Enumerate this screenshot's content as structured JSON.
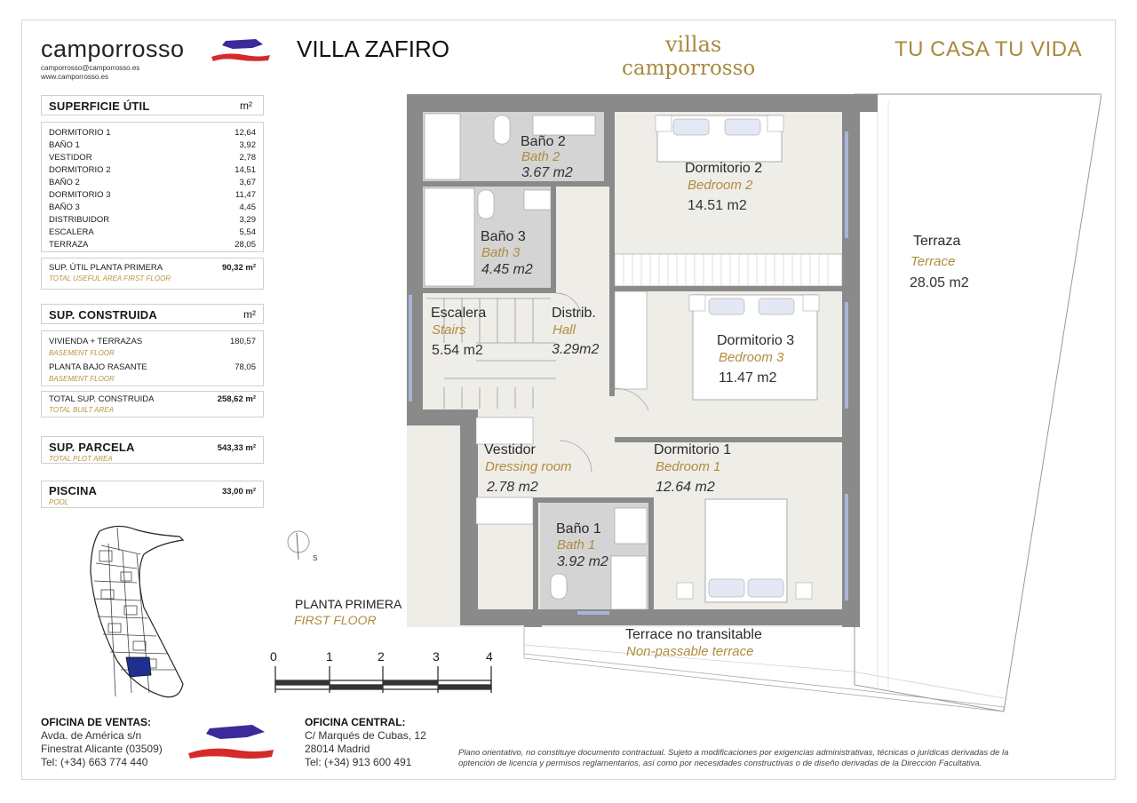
{
  "header": {
    "brand": "camporrosso",
    "email": "camporrosso@camporrosso.es",
    "web": "www.camporrosso.es",
    "project_title": "VILLA ZAFIRO",
    "center_logo_line1": "villas",
    "center_logo_line2": "camporrosso",
    "slogan": "TU CASA TU VIDA"
  },
  "superficie_util": {
    "title": "SUPERFICIE ÚTIL",
    "unit": "m²",
    "rows": [
      {
        "label": "DORMITORIO 1",
        "value": "12,64"
      },
      {
        "label": "BAÑO 1",
        "value": "3,92"
      },
      {
        "label": "VESTIDOR",
        "value": "2,78"
      },
      {
        "label": "DORMITORIO 2",
        "value": "14,51"
      },
      {
        "label": "BAÑO 2",
        "value": "3,67"
      },
      {
        "label": "DORMITORIO 3",
        "value": "11,47"
      },
      {
        "label": "BAÑO 3",
        "value": "4,45"
      },
      {
        "label": "DISTRIBUIDOR",
        "value": "3,29"
      },
      {
        "label": "ESCALERA",
        "value": "5,54"
      },
      {
        "label": "TERRAZA",
        "value": "28,05"
      }
    ],
    "total_label": "SUP. ÚTIL PLANTA PRIMERA",
    "total_value": "90,32 m²",
    "total_sub": "TOTAL USEFUL AREA FIRST FLOOR"
  },
  "sup_construida": {
    "title": "SUP. CONSTRUIDA",
    "unit": "m²",
    "row1_label": "VIVIENDA + TERRAZAS",
    "row1_value": "180,57",
    "row1_sub": "BASEMENT FLOOR",
    "row2_label": "PLANTA  BAJO RASANTE",
    "row2_value": "78,05",
    "row2_sub": "BASEMENT FLOOR",
    "total_label": "TOTAL SUP. CONSTRUIDA",
    "total_value": "258,62 m²",
    "total_sub": "TOTAL BUILT AREA"
  },
  "parcela": {
    "title": "SUP. PARCELA",
    "value": "543,33 m²",
    "sub": "TOTAL PLOT AREA"
  },
  "piscina": {
    "title": "PISCINA",
    "value": "33,00 m²",
    "sub": "POOL"
  },
  "floor": {
    "es": "PLANTA PRIMERA",
    "en": "FIRST FLOOR"
  },
  "scale": {
    "ticks": [
      "0",
      "1",
      "2",
      "3",
      "4"
    ]
  },
  "compass": {
    "label": "s"
  },
  "rooms": {
    "bath2": {
      "es": "Baño 2",
      "en": "Bath 2",
      "area": "3.67 m2"
    },
    "bed2": {
      "es": "Dormitorio 2",
      "en": "Bedroom 2",
      "area": "14.51 m2"
    },
    "bath3": {
      "es": "Baño 3",
      "en": "Bath 3",
      "area": "4.45 m2"
    },
    "stairs": {
      "es": "Escalera",
      "en": "Stairs",
      "area": "5.54 m2"
    },
    "hall": {
      "es": "Distrib.",
      "en": "Hall",
      "area": "3.29m2"
    },
    "bed3": {
      "es": "Dormitorio 3",
      "en": "Bedroom 3",
      "area": "11.47 m2"
    },
    "dressing": {
      "es": "Vestidor",
      "en": "Dressing room",
      "area": "2.78 m2"
    },
    "bed1": {
      "es": "Dormitorio 1",
      "en": "Bedroom 1",
      "area": "12.64 m2"
    },
    "bath1": {
      "es": "Baño 1",
      "en": "Bath 1",
      "area": "3.92 m2"
    },
    "terrace": {
      "es": "Terraza",
      "en": "Terrace",
      "area": "28.05 m2"
    },
    "nonpass": {
      "es": "Terrace no transitable",
      "en": "Non-passable terrace"
    }
  },
  "office_sales": {
    "title": "OFICINA DE VENTAS:",
    "line1": "Avda. de América s/n",
    "line2": "Finestrat Alicante (03509)",
    "line3": "Tel: (+34) 663 774 440"
  },
  "office_central": {
    "title": "OFICINA CENTRAL:",
    "line1": "C/ Marqués de Cubas, 12",
    "line2": "28014 Madrid",
    "line3": "Tel: (+34) 913 600 491"
  },
  "disclaimer_line1": "Plano orientativo, no constituye documento contractual. Sujeto a modificaciones por exigencias administrativas, técnicas o jurídicas derivadas de la",
  "disclaimer_line2": "optención de licencia y permisos reglamentarios, así como por necesidades constructivas o de diseño derivadas de la Dirección Facultativa.",
  "colors": {
    "wall": "#8a8a8a",
    "room": "#efede8",
    "bath": "#d4d4d4",
    "gold": "#a88a3e",
    "flag_blue": "#3a2a9a",
    "flag_red": "#d42a2a"
  }
}
